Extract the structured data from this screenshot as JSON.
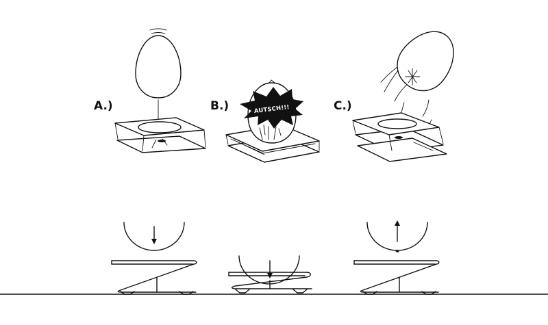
{
  "panels": {
    "a": {
      "label": "A.)"
    },
    "b": {
      "label": "B.)",
      "burst_text": "AUTSCH!!!"
    },
    "c": {
      "label": "C.)"
    }
  },
  "colors": {
    "line": "#111111",
    "background": "#ffffff"
  }
}
